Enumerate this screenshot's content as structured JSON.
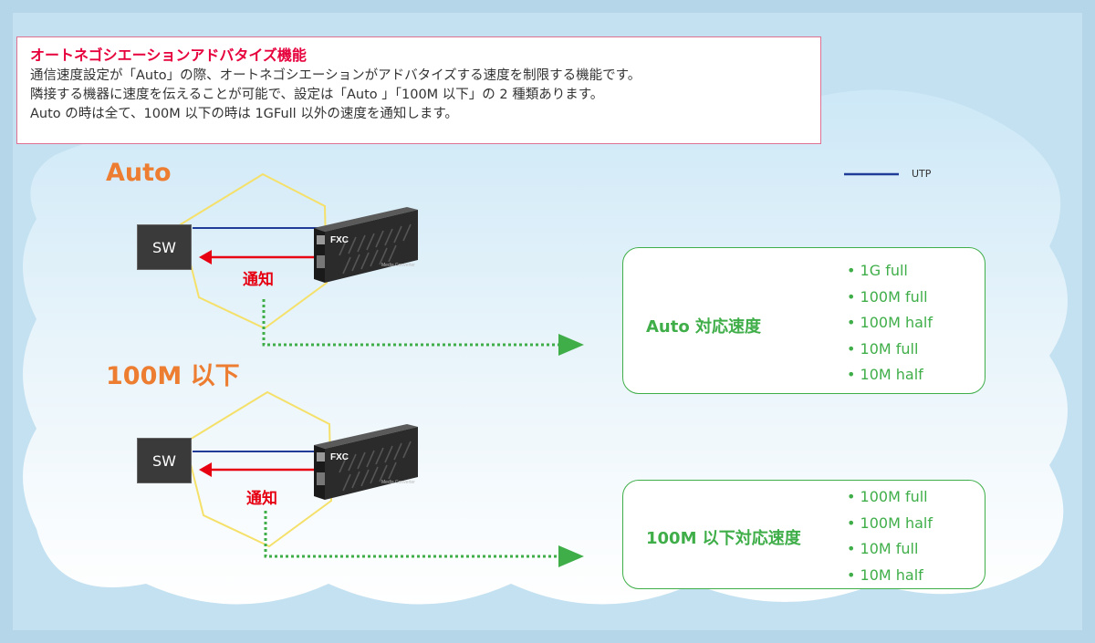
{
  "info": {
    "title": "オートネゴシエーションアドバタイズ機能",
    "lines": [
      "通信速度設定が「Auto」の際、オートネゴシエーションがアドバタイズする速度を制限する機能です。",
      "隣接する機器に速度を伝えることが可能で、設定は「Auto 」「100M 以下」の 2 種類あります。",
      "Auto の時は全て、100M 以下の時は 1GFull 以外の速度を通知します。"
    ]
  },
  "legend": {
    "label": "UTP",
    "line_color": "#1f3c99"
  },
  "colors": {
    "notify_arrow": "#e60012",
    "utp": "#1f3c99",
    "green": "#3fae49",
    "title_orange": "#ed7d31",
    "hexagon": "#f5e06a"
  },
  "sections": [
    {
      "title": "Auto",
      "sw_label": "SW",
      "device_brand": "FXC",
      "device_caption": "Media Converter",
      "notify_label": "通知",
      "box_title": "Auto 対応速度",
      "speeds": [
        "1G full",
        "100M full",
        "100M half",
        "10M full",
        "10M half"
      ]
    },
    {
      "title": "100M 以下",
      "sw_label": "SW",
      "device_brand": "FXC",
      "device_caption": "Media Converter",
      "notify_label": "通知",
      "box_title": "100M 以下対応速度",
      "speeds": [
        "100M full",
        "100M half",
        "10M full",
        "10M half"
      ]
    }
  ]
}
